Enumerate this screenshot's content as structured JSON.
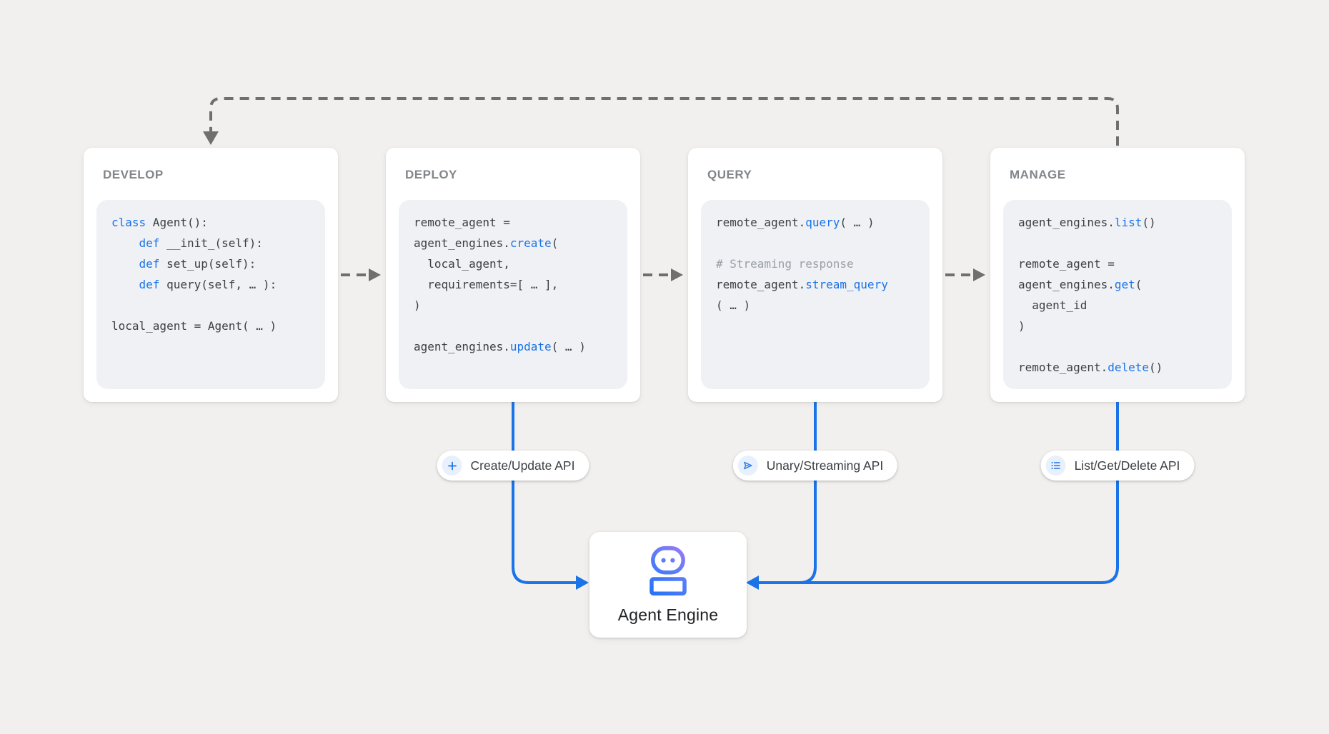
{
  "colors": {
    "bg": "#f2f0ee",
    "card": "#ffffff",
    "codebg": "#eff1f4",
    "code": "#3c4043",
    "kw": "#1a73e8",
    "cm": "#9aa0a6",
    "title": "#82868a",
    "gray": "#6f6f6f",
    "blue": "#1a73e8",
    "iconbg": "#e8f0fe",
    "label": "#202124"
  },
  "cards": [
    {
      "id": "develop",
      "label": "DEVELOP",
      "code": [
        [
          {
            "t": "class",
            "c": "kw"
          },
          {
            "t": " Agent():",
            "c": "df"
          }
        ],
        [
          {
            "t": "    ",
            "c": "df"
          },
          {
            "t": "def",
            "c": "kw"
          },
          {
            "t": " __init_(self):",
            "c": "df"
          }
        ],
        [
          {
            "t": "    ",
            "c": "df"
          },
          {
            "t": "def",
            "c": "kw"
          },
          {
            "t": " set_up(self):",
            "c": "df"
          }
        ],
        [
          {
            "t": "    ",
            "c": "df"
          },
          {
            "t": "def",
            "c": "kw"
          },
          {
            "t": " query(self, … ):",
            "c": "df"
          }
        ],
        [],
        [
          {
            "t": "local_agent = Agent( … )",
            "c": "df"
          }
        ]
      ]
    },
    {
      "id": "deploy",
      "label": "DEPLOY",
      "code": [
        [
          {
            "t": "remote_agent =",
            "c": "df"
          }
        ],
        [
          {
            "t": "agent_engines.",
            "c": "df"
          },
          {
            "t": "create",
            "c": "kw"
          },
          {
            "t": "(",
            "c": "df"
          }
        ],
        [
          {
            "t": "  local_agent,",
            "c": "df"
          }
        ],
        [
          {
            "t": "  requirements=[ … ],",
            "c": "df"
          }
        ],
        [
          {
            "t": ")",
            "c": "df"
          }
        ],
        [],
        [
          {
            "t": "agent_engines.",
            "c": "df"
          },
          {
            "t": "update",
            "c": "kw"
          },
          {
            "t": "( … )",
            "c": "df"
          }
        ]
      ]
    },
    {
      "id": "query",
      "label": "QUERY",
      "code": [
        [
          {
            "t": "remote_agent.",
            "c": "df"
          },
          {
            "t": "query",
            "c": "kw"
          },
          {
            "t": "( … )",
            "c": "df"
          }
        ],
        [],
        [
          {
            "t": "# Streaming response",
            "c": "cm"
          }
        ],
        [
          {
            "t": "remote_agent.",
            "c": "df"
          },
          {
            "t": "stream_query",
            "c": "kw"
          }
        ],
        [
          {
            "t": "( … )",
            "c": "df"
          }
        ]
      ]
    },
    {
      "id": "manage",
      "label": "MANAGE",
      "code": [
        [
          {
            "t": "agent_engines.",
            "c": "df"
          },
          {
            "t": "list",
            "c": "kw"
          },
          {
            "t": "()",
            "c": "df"
          }
        ],
        [],
        [
          {
            "t": "remote_agent =",
            "c": "df"
          }
        ],
        [
          {
            "t": "agent_engines.",
            "c": "df"
          },
          {
            "t": "get",
            "c": "kw"
          },
          {
            "t": "(",
            "c": "df"
          }
        ],
        [
          {
            "t": "  agent_id",
            "c": "df"
          }
        ],
        [
          {
            "t": ")",
            "c": "df"
          }
        ],
        [],
        [
          {
            "t": "remote_agent.",
            "c": "df"
          },
          {
            "t": "delete",
            "c": "kw"
          },
          {
            "t": "()",
            "c": "df"
          }
        ]
      ]
    }
  ],
  "badges": [
    {
      "id": "create-update",
      "icon": "plus-icon",
      "label": "Create/Update API"
    },
    {
      "id": "unary-streaming",
      "icon": "send-icon",
      "label": "Unary/Streaming API"
    },
    {
      "id": "list-get-delete",
      "icon": "bulleted-list-icon",
      "label": "List/Get/Delete API"
    }
  ],
  "engine": {
    "label": "Agent Engine",
    "icon": "robot-icon"
  }
}
